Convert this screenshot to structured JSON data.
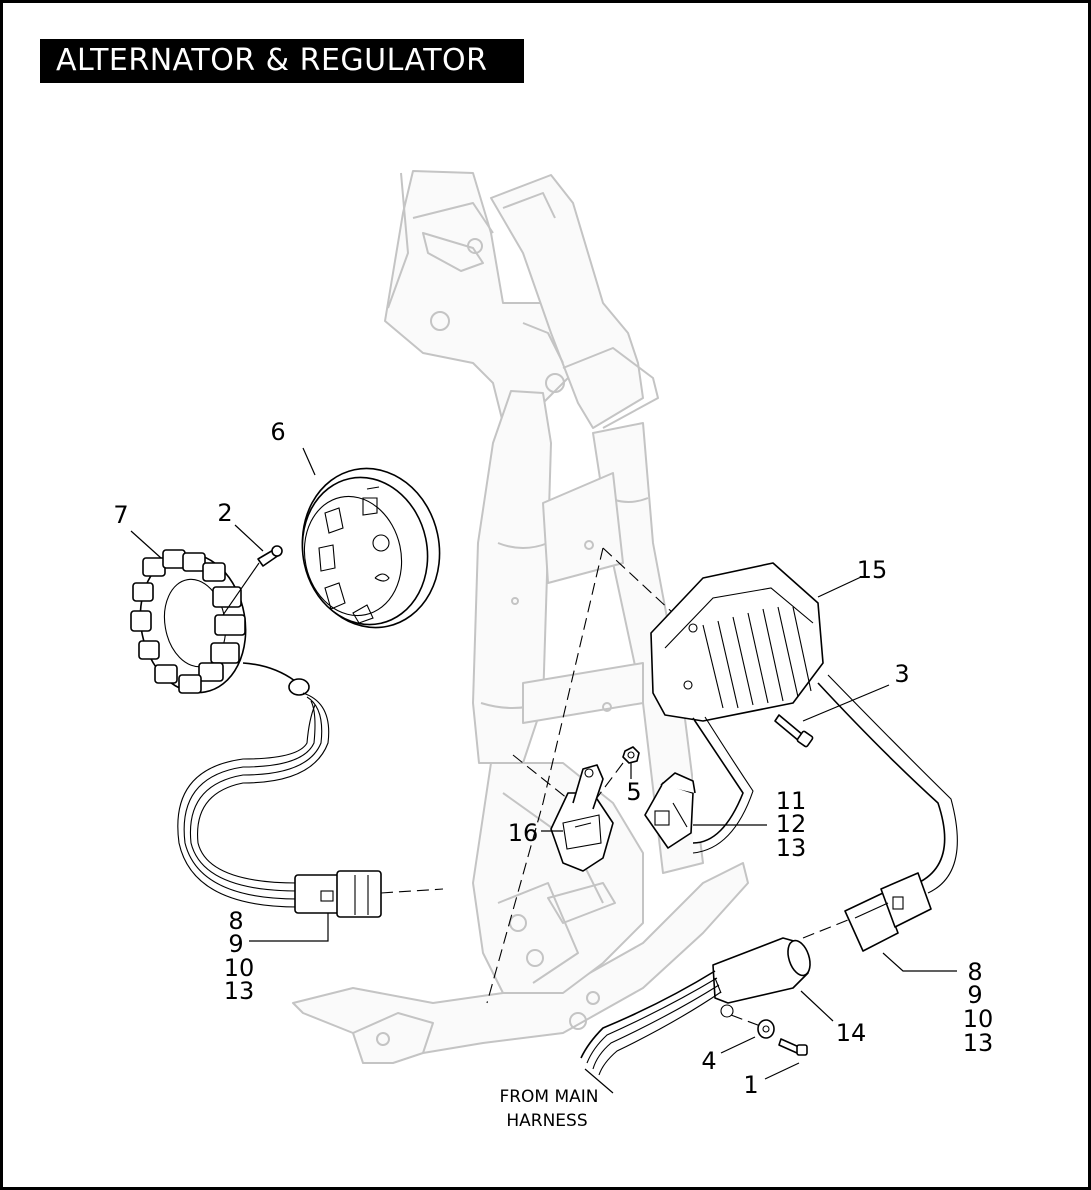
{
  "title": "ALTERNATOR & REGULATOR",
  "callouts": {
    "c1": "1",
    "c2": "2",
    "c3": "3",
    "c4": "4",
    "c5": "5",
    "c6": "6",
    "c7": "7",
    "c8_left": "8",
    "c9_left": "9",
    "c10_left": "10",
    "c13_left": "13",
    "c11": "11",
    "c12": "12",
    "c13_mid": "13",
    "c14": "14",
    "c15": "15",
    "c16": "16",
    "c8_right": "8",
    "c9_right": "9",
    "c10_right": "10",
    "c13_right": "13"
  },
  "note": {
    "line1": "FROM MAIN",
    "line2": "HARNESS"
  },
  "colors": {
    "frame": "#c4c4c4",
    "ink": "#000000",
    "title_bg": "#000000",
    "title_text": "#ffffff"
  }
}
